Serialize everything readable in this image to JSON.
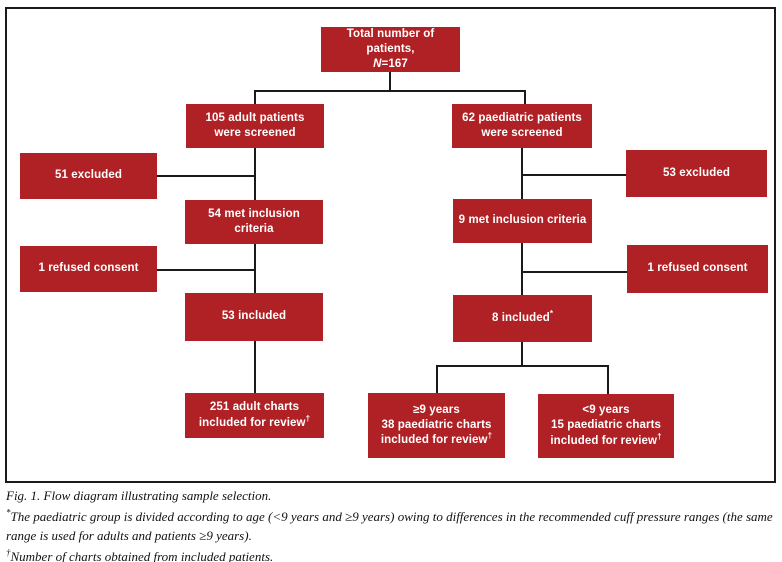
{
  "colors": {
    "box_red": "#b02125",
    "box_text": "#ffffff",
    "line": "#1a1a1a"
  },
  "boxes": {
    "total": {
      "line1": "Total number of patients,",
      "n_label": "N",
      "n_value": "=167"
    },
    "adult_screened": {
      "line1": "105 adult patients",
      "line2": "were screened"
    },
    "paed_screened": {
      "line1": "62 paediatric patients",
      "line2": "were screened"
    },
    "excluded_left": {
      "line1": "51 excluded"
    },
    "excluded_right": {
      "line1": "53 excluded"
    },
    "met_left": {
      "line1": "54 met inclusion",
      "line2": "criteria"
    },
    "met_right": {
      "line1": "9 met inclusion criteria"
    },
    "refused_left": {
      "line1": "1 refused consent"
    },
    "refused_right": {
      "line1": "1 refused consent"
    },
    "included_left": {
      "line1": "53 included"
    },
    "included_right": {
      "line1": "8 included",
      "sup": "*"
    },
    "adult_charts": {
      "line1": "251 adult charts",
      "line2": "included for review",
      "sup": "†"
    },
    "paed_ge9": {
      "line1": "≥9 years",
      "line2": "38 paediatric charts",
      "line3": "included for review",
      "sup": "†"
    },
    "paed_lt9": {
      "line1": "<9 years",
      "line2": "15 paediatric charts",
      "line3": "included for review",
      "sup": "†"
    }
  },
  "caption": {
    "title": "Fig. 1. Flow diagram illustrating sample selection.",
    "footnote1_marker": "*",
    "footnote1_text": "The paediatric group is divided according to age (<9 years and ≥9 years) owing to differences in the recommended cuff pressure ranges (the same range is used for adults and patients ≥9 years).",
    "footnote2_marker": "†",
    "footnote2_text": "Number of charts obtained from included patients."
  }
}
